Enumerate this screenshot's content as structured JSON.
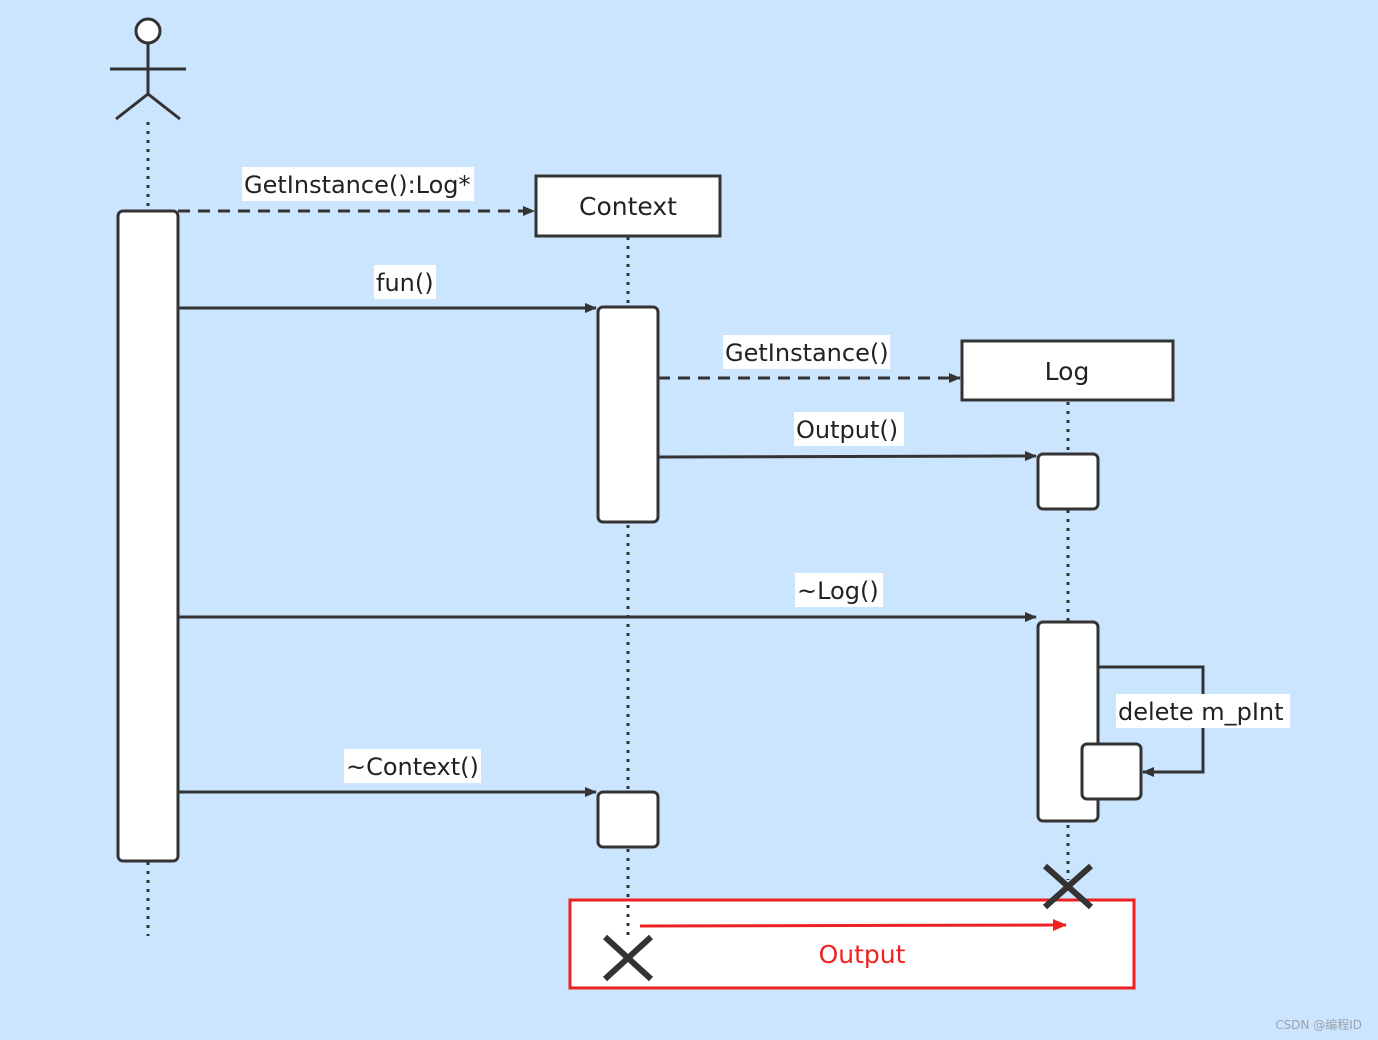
{
  "colors": {
    "background": "#cce5ff",
    "line": "#333333",
    "highlight": "#ee2222"
  },
  "participants": {
    "actor": {
      "icon": "stick-figure-actor-icon"
    },
    "context": {
      "label": "Context"
    },
    "log": {
      "label": "Log"
    }
  },
  "messages": {
    "get_instance_log": "GetInstance():Log*",
    "fun": "fun()",
    "get_instance": "GetInstance()",
    "output": "Output()",
    "log_destructor": "~Log()",
    "delete_m_pint": "delete m_pInt",
    "context_destructor": "~Context()"
  },
  "highlight": {
    "label": "Output"
  },
  "watermark": "CSDN @编程ID"
}
